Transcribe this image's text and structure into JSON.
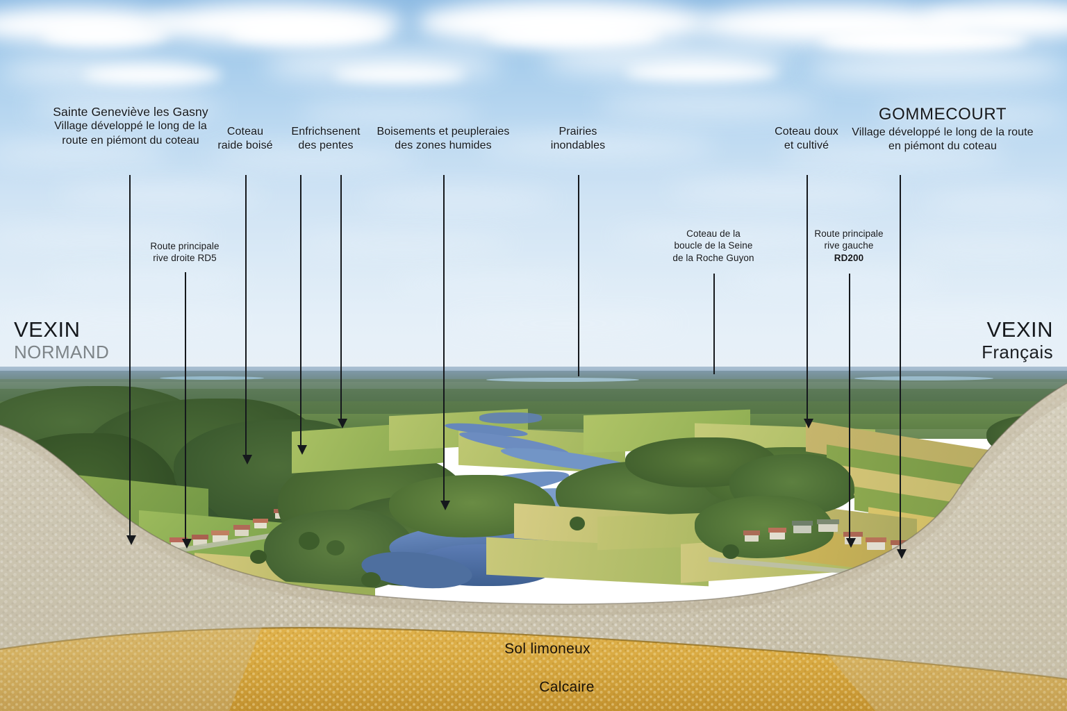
{
  "figure": {
    "type": "annotated-landscape-block-diagram",
    "subject": "Coupe paysagère de la vallée de la Seine entre Sainte Geneviève les Gasny et Gommecourt"
  },
  "regions": [
    {
      "name": "vexin-normand",
      "line1": "VEXIN",
      "line2": "NORMAND",
      "side": "left"
    },
    {
      "name": "vexin-francais",
      "line1": "VEXIN",
      "line2": "Français",
      "side": "right"
    }
  ],
  "annotations": [
    {
      "id": "sainte-genevieve",
      "title": "Sainte Geneviève les Gasny",
      "lines": [
        "Village développé le long de la",
        "route en piémont du coteau"
      ],
      "style": "title-sub"
    },
    {
      "id": "route-rive-droite",
      "lines": [
        "Route principale",
        "rive droite RD5"
      ],
      "style": "small"
    },
    {
      "id": "coteau-raide-boise",
      "lines": [
        "Coteau",
        "raide boisé"
      ],
      "style": "plain"
    },
    {
      "id": "enfrichement-des-pentes",
      "lines": [
        "Enfrichsenent",
        "des pentes"
      ],
      "style": "plain"
    },
    {
      "id": "boisements-peupleraies",
      "lines": [
        "Boisements et peupleraies",
        "des zones humides"
      ],
      "style": "plain"
    },
    {
      "id": "prairies-inondables",
      "lines": [
        "Prairies",
        "inondables"
      ],
      "style": "plain"
    },
    {
      "id": "coteau-boucle-seine",
      "lines": [
        "Coteau de la",
        "boucle de la Seine",
        "de la Roche Guyon"
      ],
      "style": "small"
    },
    {
      "id": "coteau-doux-cultive",
      "lines": [
        "Coteau doux",
        "et cultivé"
      ],
      "style": "plain"
    },
    {
      "id": "route-rive-gauche",
      "lines": [
        "Route principale",
        "rive gauche",
        "RD200"
      ],
      "style": "small",
      "bold_last": true
    },
    {
      "id": "gommecourt",
      "title": "GOMMECOURT",
      "lines": [
        "Village développé le long de la route",
        "en piémont du coteau"
      ],
      "style": "title-sub"
    }
  ],
  "geology": [
    {
      "id": "sol-limoneux",
      "label": "Sol limoneux",
      "color": "#cdc6b4"
    },
    {
      "id": "calcaire",
      "label": "Calcaire",
      "color": "#d8a941"
    }
  ],
  "colors": {
    "sky_top": "#8fbce4",
    "sky_bottom": "#e9f1f7",
    "arrow": "#15181c",
    "text": "#15181c",
    "region_muted": "#7d8488",
    "water": "#6d8fc0",
    "forest_dark": "#3c5a33",
    "forest_mid": "#5b7f3e",
    "field_green": "#9cb85c",
    "field_gold": "#d2c06a",
    "chalk": "#cfc8b6",
    "limestone": "#d8a941"
  }
}
